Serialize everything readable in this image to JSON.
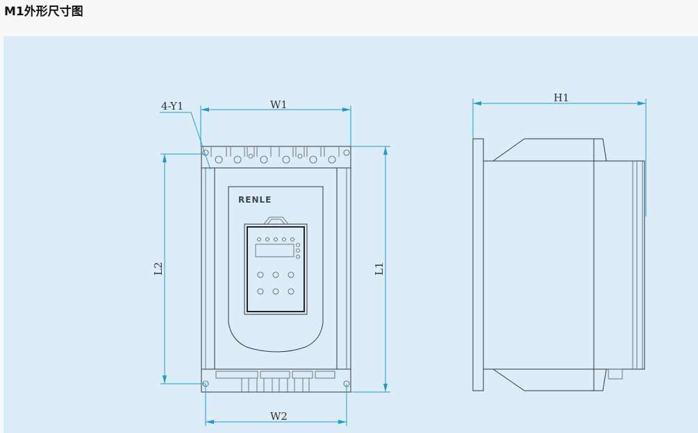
{
  "header": {
    "title": "M1外形尺寸图"
  },
  "front_view": {
    "brand": "RENLE",
    "labels": {
      "w1": "W1",
      "w2": "W2",
      "l1": "L1",
      "l2": "L2",
      "y1": "4-Y1"
    }
  },
  "side_view": {
    "labels": {
      "h1": "H1"
    }
  },
  "colors": {
    "dimension": "#1e9ad6",
    "background": "#dcedf9"
  }
}
